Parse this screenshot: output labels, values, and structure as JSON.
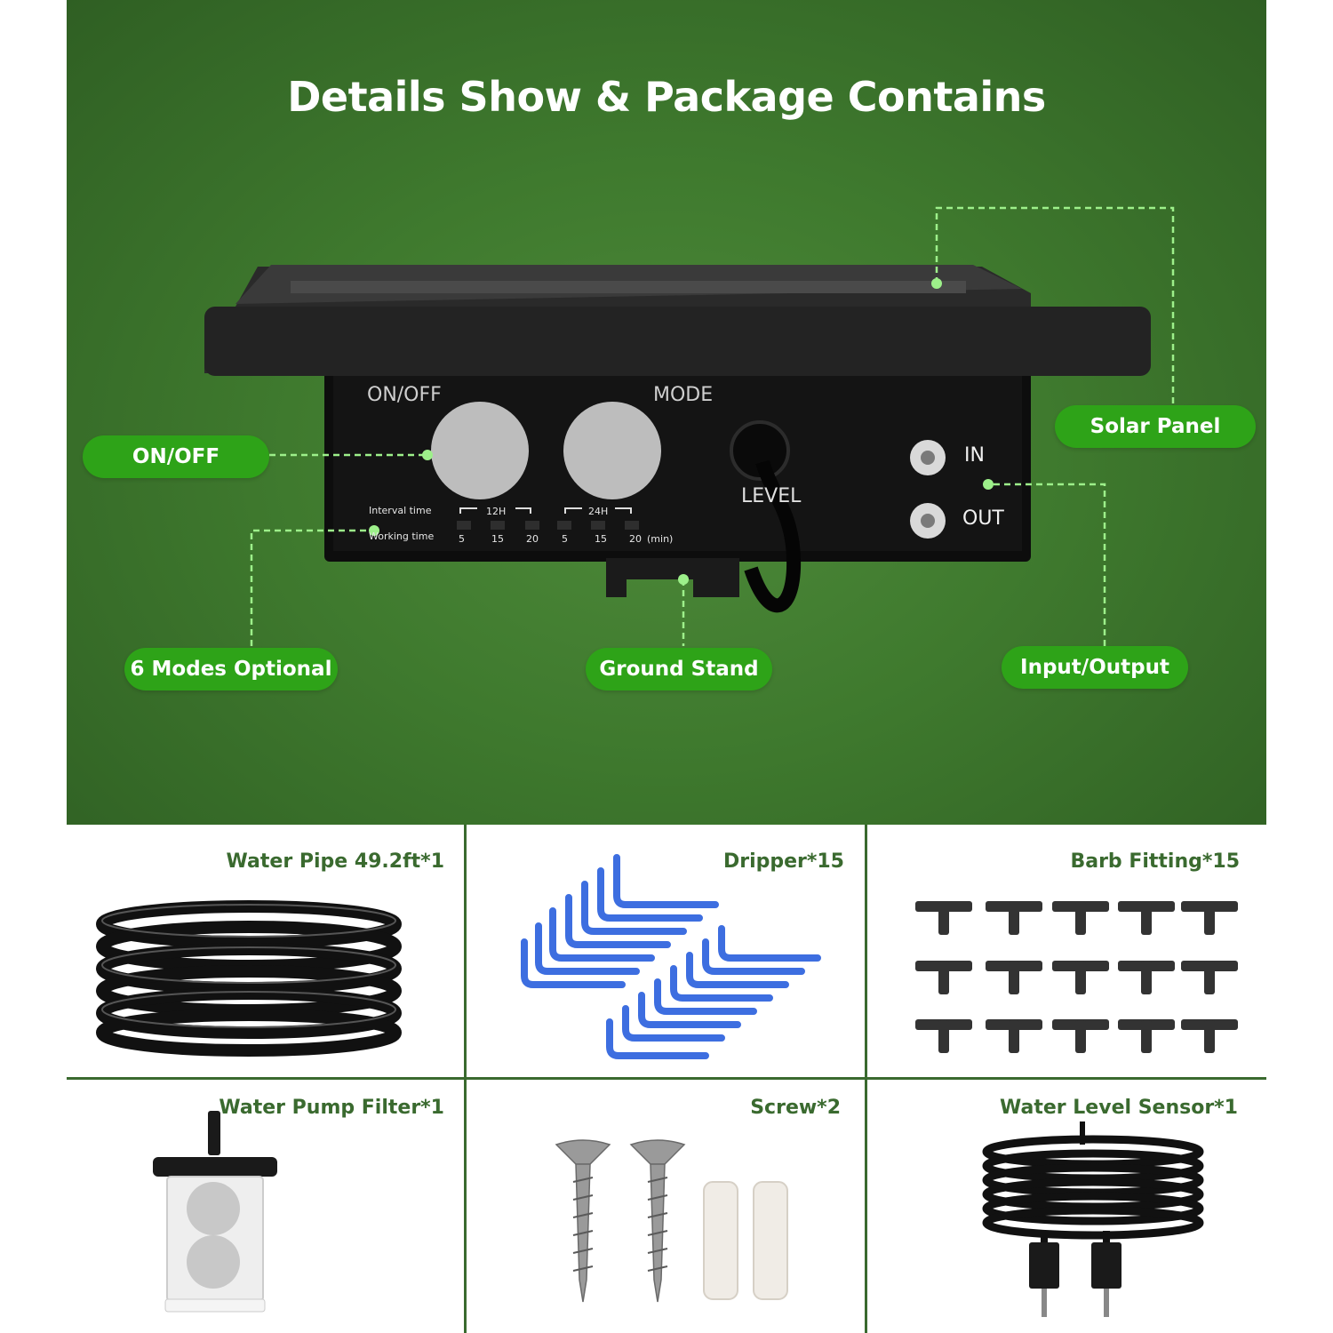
{
  "title": "Details Show & Package Contains",
  "callouts": {
    "on_off": "ON/OFF",
    "six_modes": "6 Modes Optional",
    "ground_stand": "Ground Stand",
    "input_output": "Input/Output",
    "solar_panel": "Solar Panel"
  },
  "device": {
    "on_off_label": "ON/OFF",
    "mode_label": "MODE",
    "level_label": "LEVEL",
    "in_label": "IN",
    "out_label": "OUT",
    "interval_time": "Interval time",
    "working_time": "Working time",
    "group_12h": "12H",
    "group_24h": "24H",
    "minutes": [
      "5",
      "15",
      "20",
      "5",
      "15",
      "20"
    ],
    "unit": "(min)"
  },
  "package": [
    {
      "label": "Water Pipe 49.2ft*1",
      "icon": "water-pipe-coil-icon"
    },
    {
      "label": "Dripper*15",
      "icon": "dripper-icon"
    },
    {
      "label": "Barb Fitting*15",
      "icon": "barb-fitting-icon"
    },
    {
      "label": "Water Pump Filter*1",
      "icon": "pump-filter-icon"
    },
    {
      "label": "Screw*2",
      "icon": "screw-icon"
    },
    {
      "label": "Water Level Sensor*1",
      "icon": "water-level-sensor-icon"
    }
  ],
  "colors": {
    "hero_green": "#3f7a2e",
    "pill_green": "#2ea318",
    "label_green": "#3a6a2f",
    "accent_dot": "#9df08a",
    "dripper_blue": "#3d6ee0"
  }
}
